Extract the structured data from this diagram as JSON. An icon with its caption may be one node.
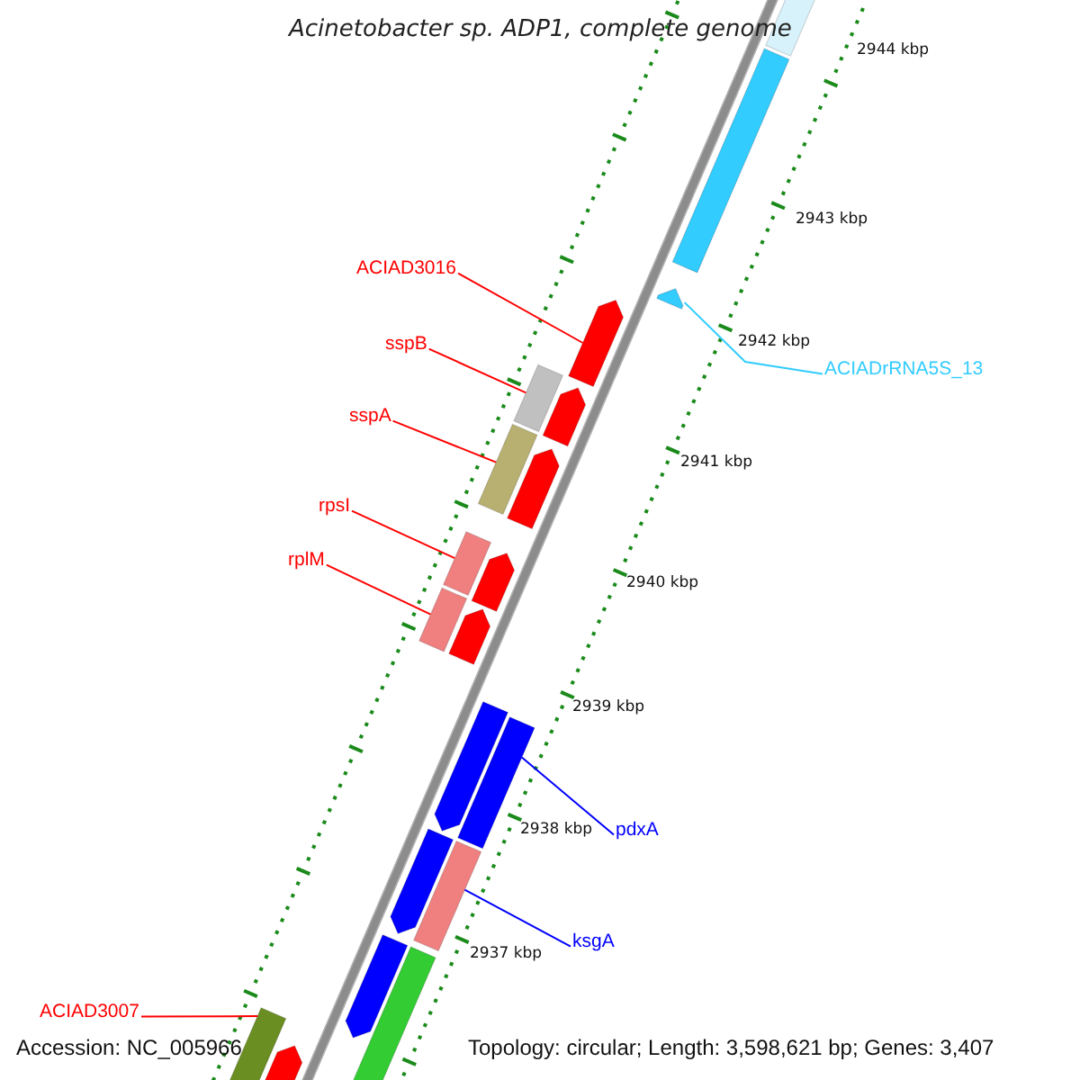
{
  "diagram": {
    "title": "Acinetobacter sp. ADP1, complete genome",
    "nodes": [
      {
        "text": [
          "ACIAD3016"
        ]
      },
      {
        "text": [
          "sspB"
        ]
      },
      {
        "text": [
          "ACIADrRNA5S_13"
        ]
      },
      {
        "text": [
          "sspA"
        ]
      },
      {
        "text": [
          "rpsI"
        ]
      },
      {
        "text": [
          "rplM"
        ]
      },
      {
        "text": [
          "pdxA"
        ]
      },
      {
        "text": [
          "ksgA"
        ]
      },
      {
        "text": [
          "ACIAD3007"
        ]
      },
      {
        "text": [],
        "shape": "box"
      },
      {
        "text": [],
        "shape": "box"
      },
      {
        "text": [],
        "shape": "pentagon"
      },
      {
        "text": [],
        "shape": "pentagon"
      },
      {
        "text": [],
        "shape": "box"
      },
      {
        "text": [],
        "shape": "pentagon"
      },
      {
        "text": [],
        "shape": "box"
      },
      {
        "text": [],
        "shape": "pentagon"
      },
      {
        "text": [],
        "shape": "box"
      },
      {
        "text": [],
        "shape": "pentagon"
      },
      {
        "text": [],
        "shape": "box"
      },
      {
        "text": [],
        "shape": "pentagon"
      },
      {
        "text": [],
        "shape": "pentagon"
      },
      {
        "text": [],
        "shape": "box"
      },
      {
        "text": [],
        "shape": "pentagon"
      },
      {
        "text": [],
        "shape": "box"
      },
      {
        "text": [],
        "shape": "pentagon"
      },
      {
        "text": [],
        "shape": "box"
      },
      {
        "text": [],
        "shape": "box"
      },
      {
        "text": [],
        "shape": "pentagon"
      }
    ],
    "edges": [
      {
        "from": 0,
        "to": 12,
        "arrow": "none"
      },
      {
        "from": 1,
        "to": 13,
        "arrow": "none"
      },
      {
        "from": 2,
        "to": 11,
        "arrow": "none",
        "color": "#33ccff"
      },
      {
        "from": 3,
        "to": 15,
        "arrow": "none"
      },
      {
        "from": 4,
        "to": 17,
        "arrow": "none"
      },
      {
        "from": 5,
        "to": 19,
        "arrow": "none"
      },
      {
        "from": 6,
        "to": 22,
        "arrow": "none",
        "color": "#0000ff"
      },
      {
        "from": 7,
        "to": 24,
        "arrow": "none",
        "color": "#0000ff"
      },
      {
        "from": 8,
        "to": 27,
        "arrow": "none"
      }
    ],
    "labels": [
      "2944 kbp",
      "2943 kbp",
      "2942 kbp",
      "2941 kbp",
      "2940 kbp",
      "2939 kbp",
      "2938 kbp",
      "2937 kbp",
      "Accession: NC_005966",
      "Topology: circular; Length: 3,598,621 bp; Genes: 3,407"
    ]
  }
}
